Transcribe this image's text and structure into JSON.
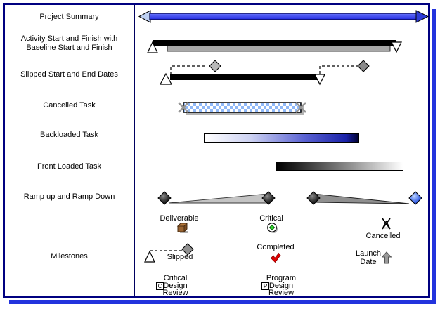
{
  "colors": {
    "frame_border": "#000080",
    "frame_shadow": "#2233dd",
    "divider": "#000060",
    "summary_bar_blue": "#2e3ae8",
    "summary_arrow_left": "#bdd0f2",
    "summary_arrow_right": "#2e3cd8",
    "baseline_gray": "#a8a8a8",
    "task_bar_black": "#000000",
    "slipped_diamond_start": "#b8b8b8",
    "slipped_diamond_end": "#8a8a8a",
    "cancelled_hatch_blue": "#8fb8f8",
    "cancelled_x_gray": "#979797",
    "shadow_gray": "#b4b4b4",
    "ramp_up_fill": "#c4c4c4",
    "ramp_down_fill": "#8f8f8f",
    "ramp_diamond_blue": "#2a52d8",
    "deliverable_brown": "#9a6430",
    "critical_green": "#2ed52e",
    "completed_red": "#e00202",
    "launch_arrow_gray": "#9a9a9a"
  },
  "rows": [
    {
      "label": "Project Summary"
    },
    {
      "lines": [
        "Activity Start and Finish with",
        "Baseline Start and Finish"
      ]
    },
    {
      "label": "Slipped Start and End Dates"
    },
    {
      "label": "Cancelled Task"
    },
    {
      "label": "Backloaded Task"
    },
    {
      "label": "Front Loaded Task"
    },
    {
      "label": "Ramp up and Ramp Down"
    },
    {
      "label": "Milestones"
    }
  ],
  "milestones": {
    "deliverable": "Deliverable",
    "critical": "Critical",
    "cancelled": "Cancelled",
    "slipped": "Slipped",
    "completed": "Completed",
    "launch": [
      "Launch",
      "Date"
    ],
    "critical_design_review": {
      "letter": "C",
      "lines": [
        "Critical",
        "Design",
        "Review"
      ]
    },
    "program_design_review": {
      "letter": "P",
      "lines": [
        "Program",
        "Design",
        "Review"
      ]
    }
  }
}
